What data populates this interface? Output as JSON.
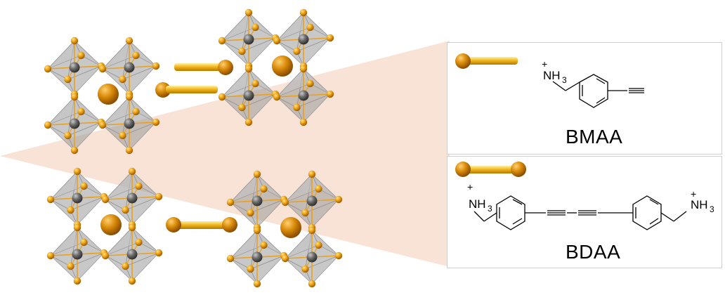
{
  "colors": {
    "fan": "#f9e3d6",
    "metal": "#5a5a5a",
    "halide": "#e0900a",
    "halide_light": "#f0b020",
    "octahedron": "#a8a8a8",
    "cation": "#d98a0a",
    "rod": "#f0b828",
    "panel_border": "#cfcfcf"
  },
  "legend": {
    "top": {
      "name": "BMAA",
      "molecule_icon": "single-cap-rod-icon",
      "amine_label": "NH",
      "amine_sub": "3",
      "charge": "+"
    },
    "bottom": {
      "name": "BDAA",
      "molecule_icon": "double-cap-rod-icon",
      "amine_label_left": "NH",
      "amine_sub_left": "3",
      "amine_label_right": "NH",
      "amine_sub_right": "3",
      "charge": "+"
    }
  }
}
